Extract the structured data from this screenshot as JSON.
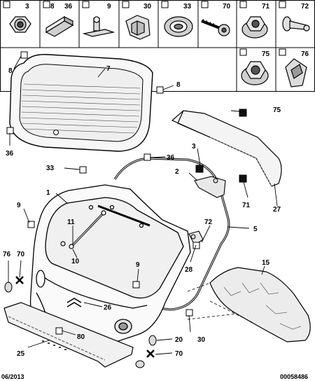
{
  "header_parts": [
    "3",
    "8",
    "36",
    "9",
    "30",
    "33",
    "70",
    "71",
    "72",
    "75",
    "76"
  ],
  "callouts": {
    "c1": "1",
    "c2": "2",
    "c3": "3",
    "c5": "5",
    "c7": "7",
    "c8a": "8",
    "c8b": "8",
    "c9a": "9",
    "c9b": "9",
    "c10": "10",
    "c11": "11",
    "c15": "15",
    "c20": "20",
    "c25": "25",
    "c26": "26",
    "c27": "27",
    "c28": "28",
    "c30": "30",
    "c33": "33",
    "c36a": "36",
    "c36b": "36",
    "c70a": "70",
    "c70b": "70",
    "c71": "71",
    "c72": "72",
    "c75": "75",
    "c76": "76",
    "c80": "80"
  },
  "footer": {
    "date": "06/2013",
    "ref": "00058486"
  },
  "colors": {
    "line": "#000000",
    "paper": "#ffffff",
    "shade": "#d8d8d8",
    "marker": "#111111"
  }
}
